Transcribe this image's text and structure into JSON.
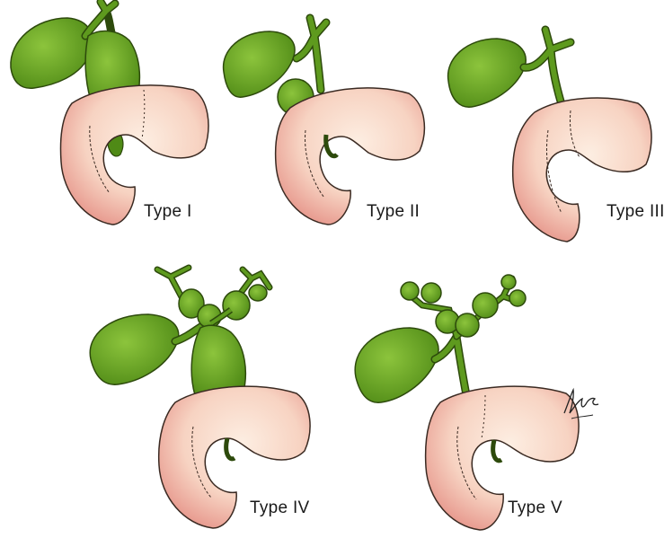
{
  "panels": [
    {
      "label": "Type I"
    },
    {
      "label": "Type II"
    },
    {
      "label": "Type III"
    },
    {
      "label": "Type IV"
    },
    {
      "label": "Type V"
    }
  ],
  "colors": {
    "biliary_green": "#5e9a1e",
    "biliary_outline": "#2d4a0c",
    "duodenum_pink": "#f2b8ac",
    "duodenum_light": "#fbe4d4",
    "duodenum_edge": "#c9645a",
    "line": "#3a2a22"
  }
}
